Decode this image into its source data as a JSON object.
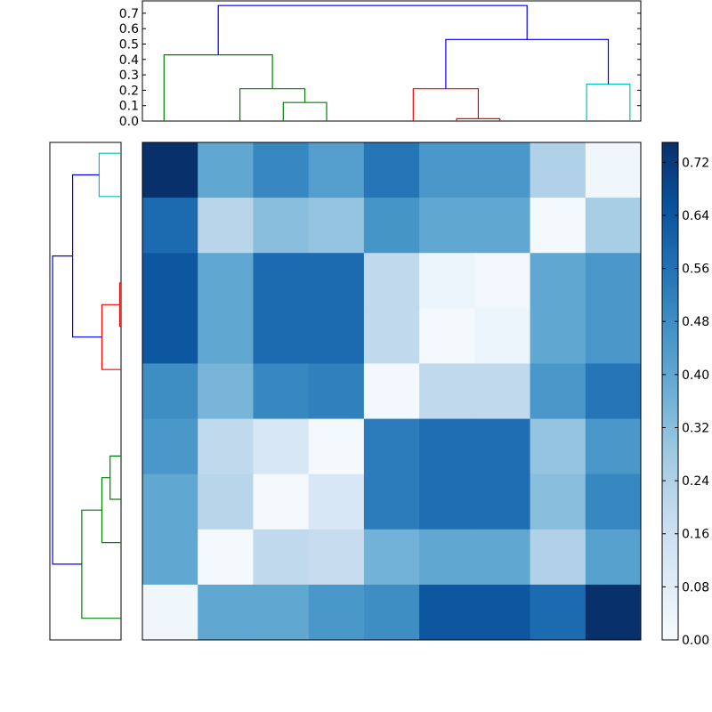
{
  "chart_data": {
    "type": "heatmap",
    "title": "",
    "xlabel": "",
    "ylabel": "",
    "colormap": "Blues",
    "color_range": [
      0.0,
      0.75
    ],
    "values": [
      [
        0.75,
        0.4,
        0.5,
        0.43,
        0.55,
        0.45,
        0.45,
        0.24,
        0.03
      ],
      [
        0.58,
        0.22,
        0.32,
        0.3,
        0.46,
        0.4,
        0.4,
        0.01,
        0.26
      ],
      [
        0.64,
        0.4,
        0.58,
        0.58,
        0.2,
        0.04,
        0.02,
        0.4,
        0.45
      ],
      [
        0.64,
        0.4,
        0.58,
        0.58,
        0.2,
        0.01,
        0.04,
        0.4,
        0.45
      ],
      [
        0.48,
        0.35,
        0.5,
        0.52,
        0.02,
        0.2,
        0.2,
        0.45,
        0.55
      ],
      [
        0.45,
        0.2,
        0.12,
        0.01,
        0.53,
        0.57,
        0.57,
        0.3,
        0.45
      ],
      [
        0.4,
        0.22,
        0.01,
        0.12,
        0.53,
        0.57,
        0.57,
        0.32,
        0.5
      ],
      [
        0.4,
        0.01,
        0.2,
        0.18,
        0.36,
        0.4,
        0.4,
        0.24,
        0.42
      ],
      [
        0.03,
        0.4,
        0.4,
        0.45,
        0.48,
        0.64,
        0.64,
        0.58,
        0.75
      ]
    ],
    "colorbar": {
      "ticks": [
        0.0,
        0.08,
        0.16,
        0.24,
        0.32,
        0.4,
        0.48,
        0.56,
        0.64,
        0.72
      ],
      "tick_labels": [
        "0.00",
        "0.08",
        "0.16",
        "0.24",
        "0.32",
        "0.40",
        "0.48",
        "0.56",
        "0.64",
        "0.72"
      ]
    },
    "top_dendrogram": {
      "ylim": [
        0,
        0.78
      ],
      "ticks": [
        0.0,
        0.1,
        0.2,
        0.3,
        0.4,
        0.5,
        0.6,
        0.7
      ],
      "tick_labels": [
        "0.0",
        "0.1",
        "0.2",
        "0.3",
        "0.4",
        "0.5",
        "0.6",
        "0.7"
      ],
      "links": [
        {
          "x": [
            5,
            5,
            15,
            15
          ],
          "y": [
            0.0,
            0.12,
            0.12,
            0.0
          ],
          "color": "#008000"
        },
        {
          "x": [
            -5,
            -5,
            10,
            10
          ],
          "y": [
            0.0,
            0.21,
            0.21,
            0.12
          ],
          "color": "#008000"
        },
        {
          "x": [
            -22.5,
            -22.5,
            2.5,
            2.5
          ],
          "y": [
            0.0,
            0.43,
            0.43,
            0.21
          ],
          "color": "#008000"
        },
        {
          "x": [
            45,
            45,
            55,
            55
          ],
          "y": [
            0.0,
            0.015,
            0.015,
            0.0
          ],
          "color": "#ff0000"
        },
        {
          "x": [
            35,
            35,
            50,
            50
          ],
          "y": [
            0.0,
            0.21,
            0.21,
            0.015
          ],
          "color": "#ff0000"
        },
        {
          "x": [
            75,
            75,
            85,
            85
          ],
          "y": [
            0.0,
            0.24,
            0.24,
            0.0
          ],
          "color": "#00bfbf"
        },
        {
          "x": [
            42.5,
            42.5,
            80,
            80
          ],
          "y": [
            0.21,
            0.53,
            0.53,
            0.24
          ],
          "color": "#0000ff"
        },
        {
          "x": [
            -10,
            -10,
            61.25,
            61.25
          ],
          "y": [
            0.43,
            0.75,
            0.75,
            0.53
          ],
          "color": "#0000ff"
        }
      ],
      "xlim": [
        -27.5,
        87.5
      ]
    },
    "left_dendrogram": {
      "xlim": [
        0,
        0.78
      ],
      "ylim": [
        -27.5,
        87.5
      ],
      "links": [
        {
          "y": [
            5,
            5,
            15,
            15
          ],
          "x": [
            0.0,
            0.12,
            0.12,
            0.0
          ],
          "color": "#008000"
        },
        {
          "y": [
            -5,
            -5,
            10,
            10
          ],
          "x": [
            0.0,
            0.21,
            0.21,
            0.12
          ],
          "color": "#008000"
        },
        {
          "y": [
            -22.5,
            -22.5,
            2.5,
            2.5
          ],
          "x": [
            0.0,
            0.43,
            0.43,
            0.21
          ],
          "color": "#008000"
        },
        {
          "y": [
            45,
            45,
            55,
            55
          ],
          "x": [
            0.0,
            0.015,
            0.015,
            0.0
          ],
          "color": "#ff0000"
        },
        {
          "y": [
            35,
            35,
            50,
            50
          ],
          "x": [
            0.0,
            0.21,
            0.21,
            0.015
          ],
          "color": "#ff0000"
        },
        {
          "y": [
            75,
            75,
            85,
            85
          ],
          "x": [
            0.0,
            0.24,
            0.24,
            0.0
          ],
          "color": "#00bfbf"
        },
        {
          "y": [
            42.5,
            42.5,
            80,
            80
          ],
          "x": [
            0.21,
            0.53,
            0.53,
            0.24
          ],
          "color": "#0000ff"
        },
        {
          "y": [
            -10,
            -10,
            61.25,
            61.25
          ],
          "x": [
            0.43,
            0.75,
            0.75,
            0.53
          ],
          "color": "#0000ff"
        }
      ]
    }
  }
}
